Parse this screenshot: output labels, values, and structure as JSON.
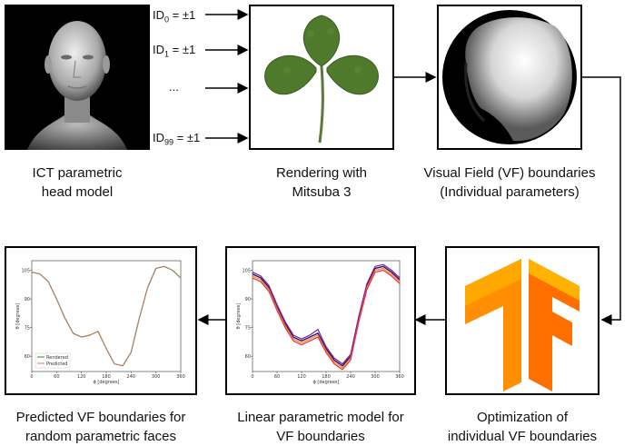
{
  "input_labels": [
    {
      "base": "ID",
      "sub": "0",
      "suffix": " = ±1"
    },
    {
      "base": "ID",
      "sub": "1",
      "suffix": " = ±1"
    },
    {
      "base": "...",
      "sub": "",
      "suffix": ""
    },
    {
      "base": "ID",
      "sub": "99",
      "suffix": " = ±1"
    }
  ],
  "captions": {
    "head_model": [
      "ICT parametric",
      "head model"
    ],
    "rendering": [
      "Rendering with",
      "Mitsuba 3"
    ],
    "vf_boundaries": [
      "Visual Field (VF) boundaries",
      "(Individual parameters)"
    ],
    "optimization": [
      "Optimization of",
      "individual VF boundaries"
    ],
    "linear_model": [
      "Linear parametric model for",
      "VF boundaries"
    ],
    "predicted": [
      "Predicted VF boundaries for",
      "random parametric faces"
    ]
  },
  "colors": {
    "tf_orange_light": "#FFA800",
    "tf_orange_dark": "#FF6F00",
    "leaf_green": "#4f7a2c",
    "ground_truth": "#2e8b2e",
    "predicted": "#e07070"
  },
  "icons": {
    "head": "head-render-icon",
    "leaf": "leaf-icon",
    "vf": "visual-field-sphere-icon",
    "tf": "tensorflow-logo-icon"
  },
  "charts": {
    "linear": {
      "xlabel": "ϕ [degrees]",
      "ylabel": "θ [degrees]",
      "xticks": [
        "0",
        "60",
        "120",
        "180",
        "240",
        "300",
        "360"
      ],
      "yticks": [
        "105",
        "90",
        "75",
        "60"
      ]
    },
    "predicted": {
      "xlabel": "ϕ [degrees]",
      "ylabel": "θ [degrees]",
      "xticks": [
        "0",
        "60",
        "120",
        "180",
        "240",
        "300",
        "360"
      ],
      "yticks": [
        "105",
        "90",
        "75",
        "60"
      ],
      "legend": [
        "Rendered",
        "Predicted"
      ]
    }
  },
  "chart_data": [
    {
      "type": "line",
      "xlabel": "ϕ [degrees]",
      "ylabel": "θ [degrees]",
      "xlim": [
        0,
        360
      ],
      "ylim": [
        52,
        110
      ],
      "x": [
        0,
        20,
        40,
        60,
        80,
        100,
        120,
        140,
        160,
        180,
        200,
        220,
        240,
        260,
        280,
        300,
        320,
        340,
        360
      ],
      "series": [
        {
          "values": [
            103,
            101,
            96,
            86,
            77,
            70,
            68,
            70,
            72,
            64,
            58,
            55,
            60,
            80,
            97,
            106,
            107,
            104,
            100
          ]
        },
        {
          "values": [
            102,
            100,
            95,
            85,
            76,
            69,
            67,
            69,
            71,
            63,
            57,
            54,
            59,
            79,
            96,
            105,
            106,
            103,
            99
          ]
        },
        {
          "values": [
            104,
            102,
            97,
            87,
            78,
            71,
            69,
            71,
            74,
            65,
            59,
            56,
            61,
            81,
            98,
            107,
            108,
            105,
            101
          ]
        },
        {
          "values": [
            101,
            99,
            94,
            84,
            75,
            68,
            66,
            68,
            70,
            62,
            56,
            53,
            58,
            78,
            95,
            104,
            105,
            102,
            98
          ]
        }
      ]
    },
    {
      "type": "line",
      "xlabel": "ϕ [degrees]",
      "ylabel": "θ [degrees]",
      "xlim": [
        0,
        360
      ],
      "ylim": [
        52,
        110
      ],
      "x": [
        0,
        20,
        40,
        60,
        80,
        100,
        120,
        140,
        160,
        180,
        200,
        220,
        240,
        260,
        280,
        300,
        320,
        340,
        360
      ],
      "series": [
        {
          "name": "Rendered",
          "values": [
            104,
            103,
            99,
            90,
            80,
            72,
            70,
            71,
            73,
            64,
            56,
            55,
            62,
            80,
            96,
            106,
            107,
            105,
            101
          ]
        },
        {
          "name": "Predicted",
          "values": [
            104,
            103,
            99,
            90,
            80,
            72,
            70,
            71,
            73,
            64,
            56,
            55,
            62,
            80,
            96,
            106,
            107,
            105,
            101
          ]
        }
      ]
    }
  ]
}
